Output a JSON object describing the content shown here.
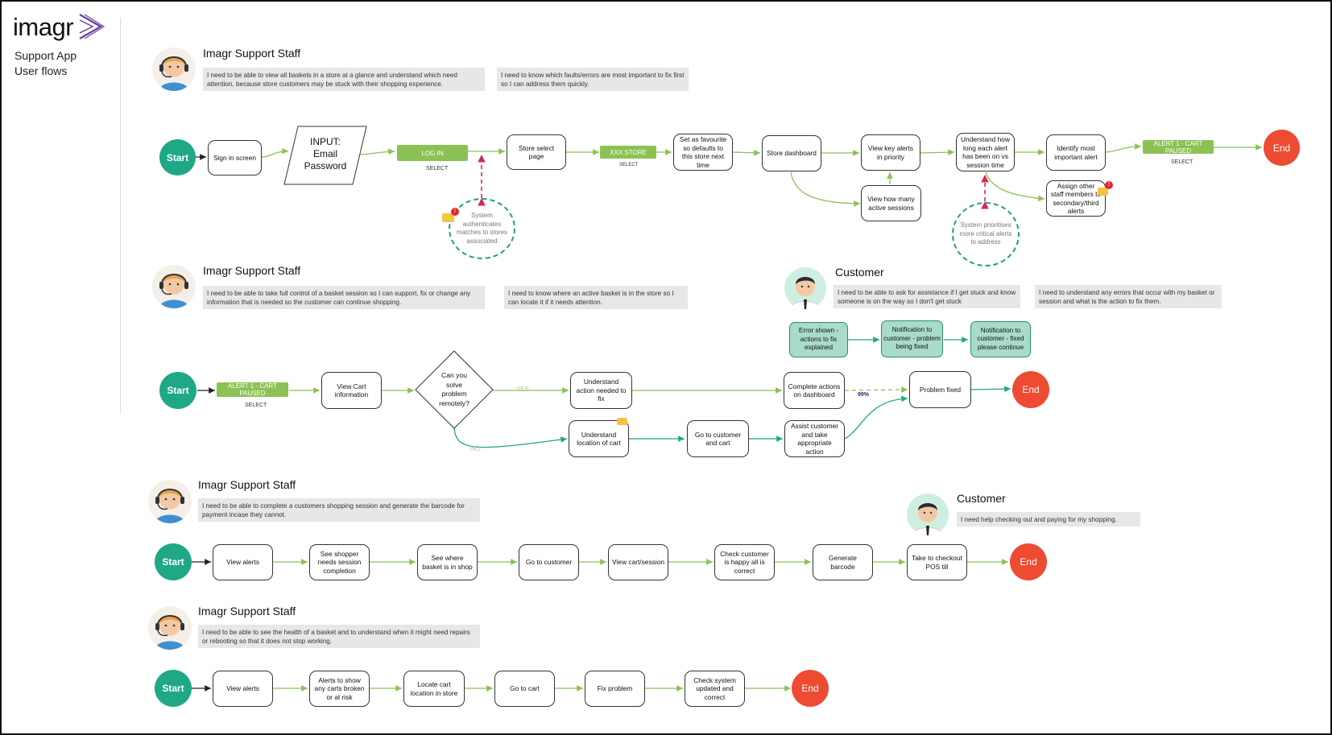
{
  "brand": {
    "title": "imagr",
    "sub1": "Support App",
    "sub2": "User flows"
  },
  "colors": {
    "green": "#8cc153",
    "teal": "#1ea885",
    "red": "#ee4b33",
    "note_bg": "#e7e7e7",
    "teal_box": "#a8dcc8",
    "alert_red": "#e0282e",
    "alert_yellow": "#f5c342"
  },
  "flow1": {
    "persona": "Imagr Support Staff",
    "note1": "I need to be able to view all baskets in a store at a glance and understand which need attention, because store customers may be stuck with their shopping experience.",
    "note2": "I need to know which faults/errors are most important to fix first so I can address them quickly.",
    "start": "Start",
    "sign_in": "Sign in screen",
    "input_l1": "INPUT:",
    "input_l2": "Email",
    "input_l3": "Password",
    "login": "LOG IN",
    "login_sel": "SELECT",
    "auth": "System authenticates matches to stores associated",
    "store_select": "Store select page",
    "xxx_store": "XXX STORE",
    "xxx_sel": "SELECT",
    "favourite": "Set as favourite so defaults to this store next time",
    "dashboard": "Store dashboard",
    "key_alerts": "View key alerts in priority",
    "active_sessions": "View how many active sessions",
    "how_long": "Understand how long each alert has been on vs session time",
    "prioritises": "System prioritises more critical alerts to address",
    "identify": "Identify most important alert",
    "assign": "Assign other staff members to secondary/third alerts",
    "alert": "ALERT 1 - CART PAUSED",
    "alert_sel": "SELECT",
    "end": "End"
  },
  "flow2": {
    "persona": "Imagr Support Staff",
    "note1": "I need to be able to take full control of a basket session so I can support, fix or change any information that is needed so the customer can continue shopping.",
    "note2": "I need to know where an active basket is in the store so I can locate it if it needs attention.",
    "customer": "Customer",
    "cnote1": "I need to be able to ask for assistance if I get stuck and know someone is on the way so I don't get stuck",
    "cnote2": "I need to understand any errors that occur with my basket or session and what is the action to fix them.",
    "error_shown": "Error shown - actions to fix explained",
    "notif1": "Notification to customer - problem being fixed",
    "notif2": "Notification to customer - fixed please continue",
    "start": "Start",
    "alert": "ALERT 1 - CART PAUSED",
    "alert_sel": "SELECT",
    "view_cart": "View Cart information",
    "decision": "Can you solve problem remotely?",
    "yes": "YES",
    "no": "NO",
    "understand_action": "Understand action needed to fix",
    "complete_actions": "Complete actions on dashboard",
    "pct": "99%",
    "problem_fixed": "Problem fixed",
    "end": "End",
    "understand_location": "Understand location of cart",
    "go_customer": "Go to customer and cart",
    "assist": "Assist customer and take appropriate action"
  },
  "flow3": {
    "persona": "Imagr Support Staff",
    "note": "I need to be able to complete a customers shopping session and generate the barcode for payment incase they cannot.",
    "customer": "Customer",
    "cnote": "I need help checking out and paying for my shopping.",
    "start": "Start",
    "steps": [
      "View alerts",
      "See shopper needs session completion",
      "See where basket is in shop",
      "Go to customer",
      "View cart/session",
      "Check customer is happy all is correct",
      "Generate barcode",
      "Take to checkout POS till"
    ],
    "end": "End"
  },
  "flow4": {
    "persona": "Imagr Support Staff",
    "note": "I need to be able to see the health of a basket and to understand when it might need repairs or rebooting so that it does not stop working.",
    "start": "Start",
    "steps": [
      "View alerts",
      "Alerts to show any carts broken or at risk",
      "Locate cart location in store",
      "Go to cart",
      "Fix problem",
      "Check system updated and correct"
    ],
    "end": "End"
  }
}
